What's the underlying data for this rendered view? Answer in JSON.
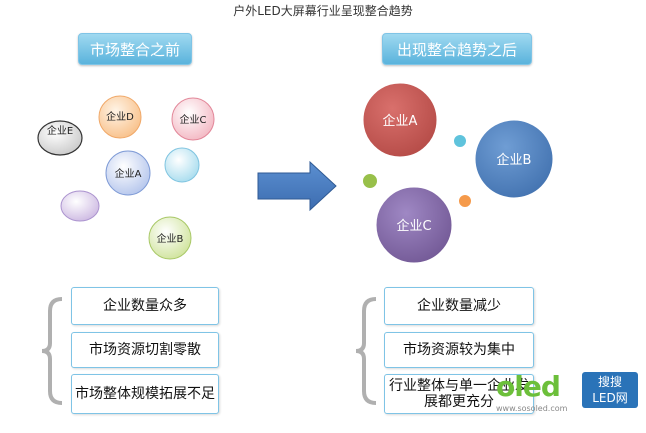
{
  "title": "户外LED大屏幕行业呈现整合趋势",
  "left": {
    "header": "市场整合之前",
    "bubbles": {
      "e": "企业E",
      "d": "企业D",
      "c": "企业C",
      "a": "企业A",
      "b": "企业B"
    },
    "points": [
      "企业数量众多",
      "市场资源切割零散",
      "市场整体规模拓展不足"
    ]
  },
  "right": {
    "header": "出现整合趋势之后",
    "bubbles": {
      "a": "企业A",
      "b": "企业B",
      "c": "企业C"
    },
    "points": [
      "企业数量减少",
      "市场资源较为集中",
      "行业整体与单一企业发展都更充分"
    ]
  },
  "watermark": {
    "logo_text": "oled",
    "badge_line1": "搜搜",
    "badge_line2": "LED网",
    "url": "www.sosoled.com"
  },
  "colors": {
    "header_blue": "#5ab3dc",
    "bracket": "#b0b0b0",
    "arrow": "#4a7fc1",
    "company_a_red": "#c0504d",
    "company_b_blue": "#4f81bd",
    "company_c_purple": "#8064a2"
  }
}
